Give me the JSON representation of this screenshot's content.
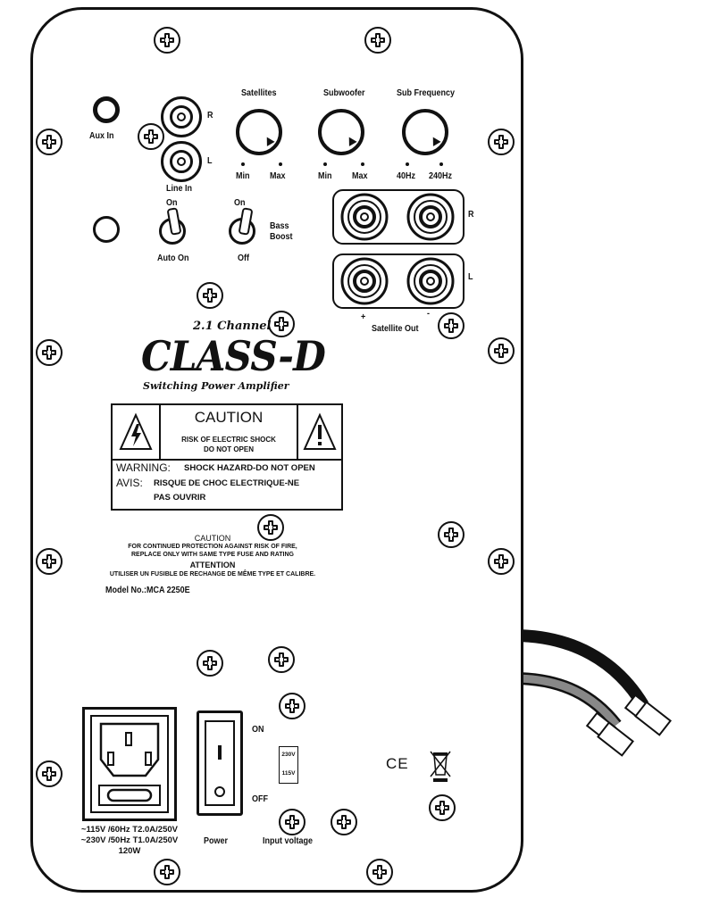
{
  "controls": {
    "aux_in": "Aux In",
    "line_in": "Line In",
    "line_r": "R",
    "line_l": "L",
    "auto_on_top": "On",
    "auto_on": "Auto On",
    "bass_on": "On",
    "bass_boost_line1": "Bass",
    "bass_boost_line2": "Boost",
    "bass_off": "Off"
  },
  "knobs": [
    {
      "title": "Satellites",
      "min": "Min",
      "max": "Max"
    },
    {
      "title": "Subwoofer",
      "min": "Min",
      "max": "Max"
    },
    {
      "title": "Sub Frequency",
      "min": "40Hz",
      "max": "240Hz"
    }
  ],
  "satellite_out": {
    "label": "Satellite Out",
    "r": "R",
    "l": "L",
    "plus": "+",
    "minus": "-"
  },
  "branding": {
    "channel": "2.1 Channel",
    "name": "CLASS-D",
    "subtitle": "Switching Power Amplifier"
  },
  "caution_box": {
    "title": "CAUTION",
    "line1": "RISK OF ELECTRIC SHOCK",
    "line2": "DO NOT OPEN",
    "warning_label": "WARNING:",
    "warning_text": "SHOCK HAZARD-DO NOT OPEN",
    "avis_label": "AVIS:",
    "avis_text": "RISQUE DE CHOC ELECTRIQUE-NE",
    "avis_text2": "PAS OUVRIR"
  },
  "fuse_notice": {
    "title": "CAUTION",
    "line1": "FOR CONTINUED PROTECTION AGAINST RISK OF FIRE,",
    "line2": "REPLACE ONLY WITH SAME TYPE FUSE AND RATING",
    "title2": "ATTENTION",
    "line3": "UTILISER UN FUSIBLE DE RECHANGE DE MÊME TYPE ET CALIBRE."
  },
  "model": "Model No.:MCA 2250E",
  "power_inlet": {
    "line1": "~115V /60Hz T2.0A/250V",
    "line2": "~230V /50Hz T1.0A/250V",
    "line3": "120W"
  },
  "power_switch": {
    "label": "Power",
    "on": "ON",
    "off": "OFF"
  },
  "voltage": {
    "label": "Input voltage",
    "v230": "230V",
    "v115": "115V"
  },
  "marks": {
    "ce": "CE"
  }
}
